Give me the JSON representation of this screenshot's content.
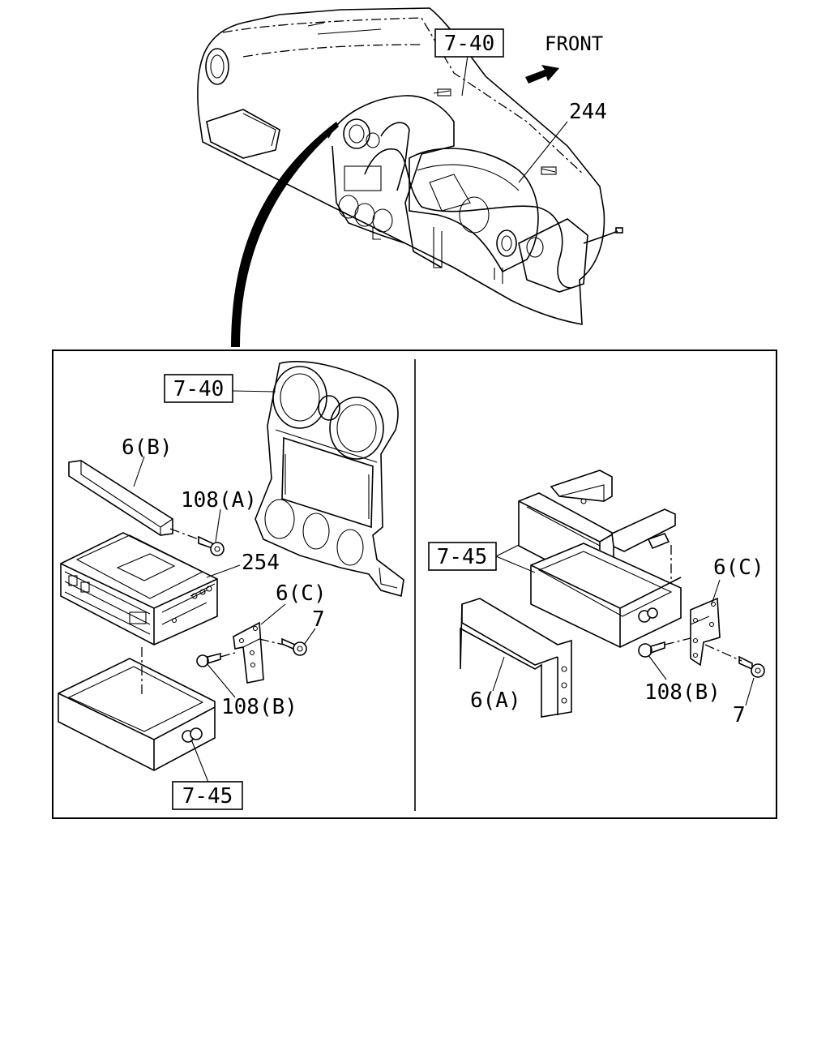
{
  "labels": {
    "top_ref_7_40": "7-40",
    "front": "FRONT",
    "n244": "244",
    "left_ref_7_40": "7-40",
    "left_6B": "6(B)",
    "left_108A": "108(A)",
    "left_254": "254",
    "left_6C": "6(C)",
    "left_7": "7",
    "left_108B": "108(B)",
    "left_ref_7_45": "7-45",
    "right_ref_7_45": "7-45",
    "right_6C": "6(C)",
    "right_108B": "108(B)",
    "right_7": "7",
    "right_6A": "6(A)"
  }
}
